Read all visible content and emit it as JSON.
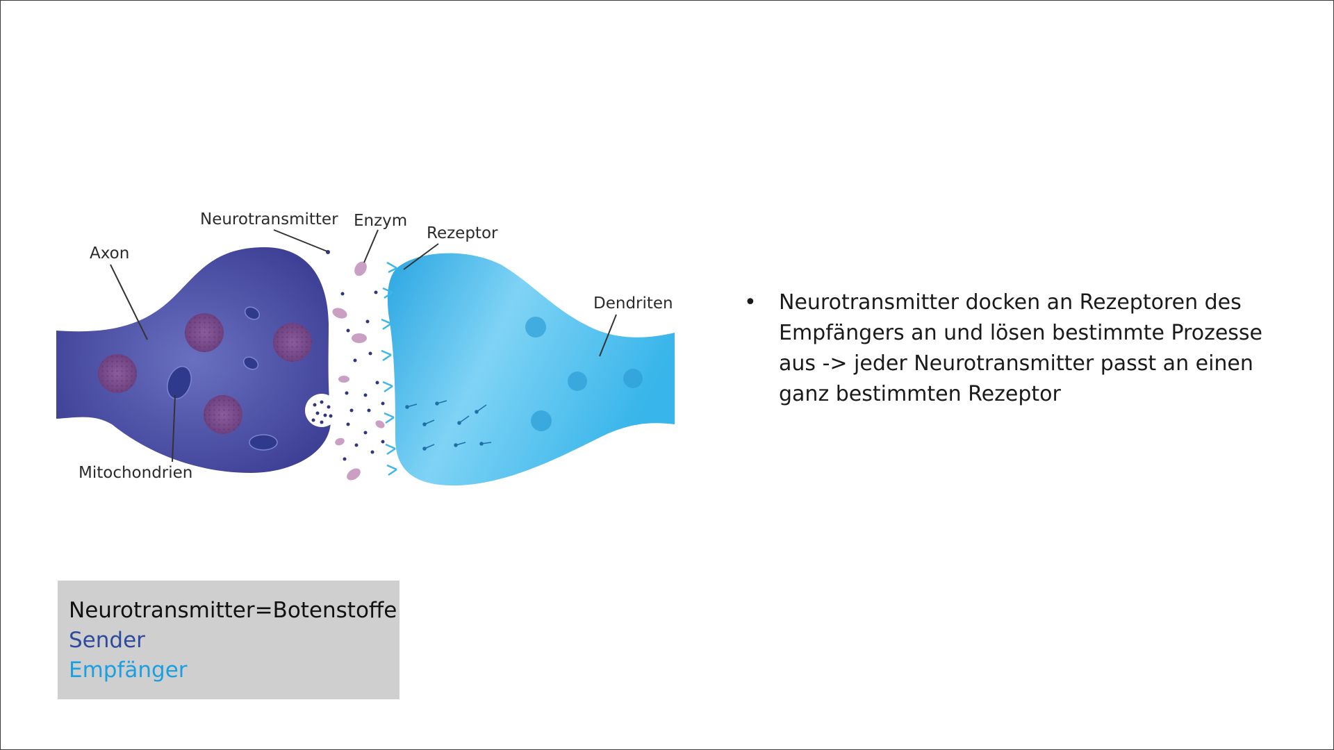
{
  "diagram": {
    "labels": {
      "axon": "Axon",
      "neurotransmitter": "Neurotransmitter",
      "enzym": "Enzym",
      "rezeptor": "Rezeptor",
      "dendriten": "Dendriten",
      "mitochondrien": "Mitochondrien"
    },
    "colors": {
      "sender": "#4a4fa3",
      "receiver": "#3fb6ea",
      "nucleus": "#7b4f8f",
      "enzyme": "#c9a0c4",
      "transmitter": "#2f3580"
    }
  },
  "bullet": {
    "symbol": "•",
    "text": "Neurotransmitter docken an Rezeptoren des Empfängers an und lösen bestimmte Prozesse aus -> jeder Neurotransmitter passt an einen ganz bestimmten Rezeptor"
  },
  "legend": {
    "definition": "Neurotransmitter=Botenstoffe",
    "sender": "Sender",
    "receiver": "Empfänger",
    "sender_color": "#2e4a9c",
    "receiver_color": "#1aa0e0"
  }
}
